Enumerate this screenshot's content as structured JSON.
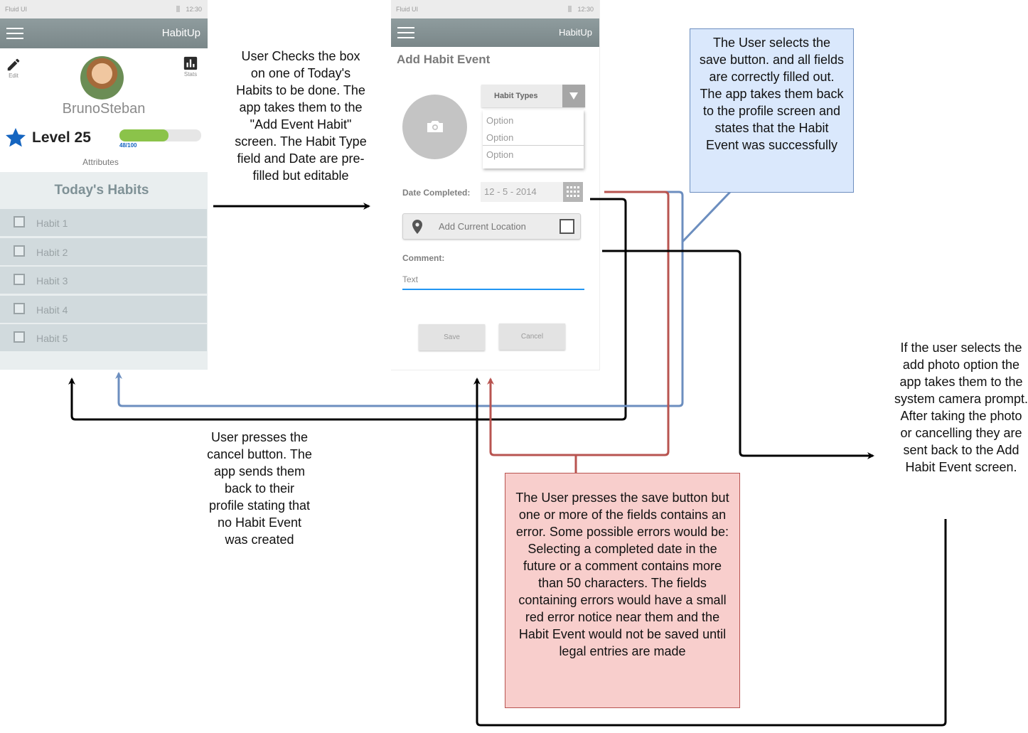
{
  "profile_screen": {
    "status_left": "Fluid UI",
    "status_time": "12:30",
    "app_title": "HabitUp",
    "edit_label": "Edit",
    "stats_label": "Stats",
    "username": "BrunoSteban",
    "level": "Level 25",
    "xp_text": "48/100",
    "xp_progress": 0.48,
    "attributes_label": "Attributes",
    "section_title": "Today's Habits",
    "habits": [
      "Habit 1",
      "Habit 2",
      "Habit 3",
      "Habit 4",
      "Habit 5"
    ]
  },
  "add_event_screen": {
    "status_left": "Fluid UI",
    "status_time": "12:30",
    "app_title": "HabitUp",
    "page_title": "Add Habit Event",
    "habit_types_label": "Habit Types",
    "options": [
      "Option",
      "Option",
      "Option"
    ],
    "date_label": "Date Completed:",
    "date_value": "12 - 5 - 2014",
    "location_label": "Add Current Location",
    "comment_label": "Comment:",
    "comment_placeholder": "Text",
    "save_label": "Save",
    "cancel_label": "Cancel"
  },
  "annotations": {
    "checkbox_flow": "User Checks the box on one of Today's Habits to be done. The app takes them to the \"Add Event Habit\" screen. The Habit Type field and Date are pre-filled but editable",
    "save_success": "The User selects the save button. and all fields are correctly filled out. The app takes them back to the profile screen and states that the Habit Event was successfully",
    "cancel_flow": "User presses the cancel button. The app sends them back to their profile stating that no Habit Event was created",
    "save_error": "The User presses the save button but one or more of the fields contains an error. Some possible errors would be: Selecting a completed date in the future or a comment contains more than 50 characters. The fields containing errors would have a small red error notice near them and the Habit Event would not be saved until legal entries are made",
    "photo_flow": "If the user selects the add photo option the app takes them to the system camera prompt. After taking the photo or cancelling they are sent back to the Add Habit Event screen."
  },
  "colors": {
    "blue_connector": "#6c8ebf",
    "red_connector": "#b85450",
    "black_connector": "#000000",
    "appbar": "#84918f",
    "xp_bar": "#8bc34a",
    "star": "#1565c0",
    "comment_underline": "#2196f3"
  }
}
